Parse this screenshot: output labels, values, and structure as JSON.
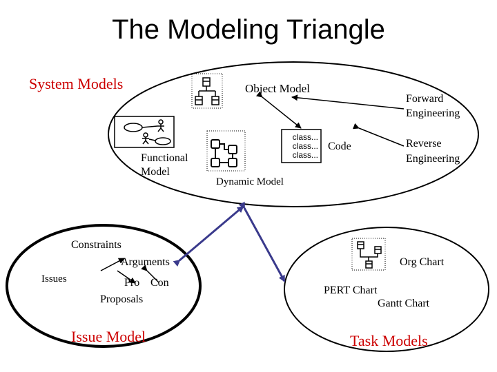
{
  "title": "The Modeling Triangle",
  "system": {
    "heading": "System Models",
    "object_model": "Object Model",
    "functional_model_line1": "Functional",
    "functional_model_line2": "Model",
    "dynamic_model": "Dynamic Model",
    "code_lines": [
      "class...",
      "class...",
      "class..."
    ],
    "code_label": "Code",
    "forward_line1": "Forward",
    "forward_line2": "Engineering",
    "reverse_line1": "Reverse",
    "reverse_line2": "Engineering"
  },
  "issue": {
    "constraints": "Constraints",
    "arguments": "Arguments",
    "issues": "Issues",
    "pro": "Pro",
    "con": "Con",
    "proposals": "Proposals",
    "heading": "Issue Model"
  },
  "task": {
    "org_chart": "Org Chart",
    "pert_chart": "PERT Chart",
    "gantt_chart": "Gantt Chart",
    "heading": "Task Models"
  },
  "colors": {
    "heading": "#cc0000",
    "connector": "#3a3a8c",
    "outline": "#000000"
  }
}
